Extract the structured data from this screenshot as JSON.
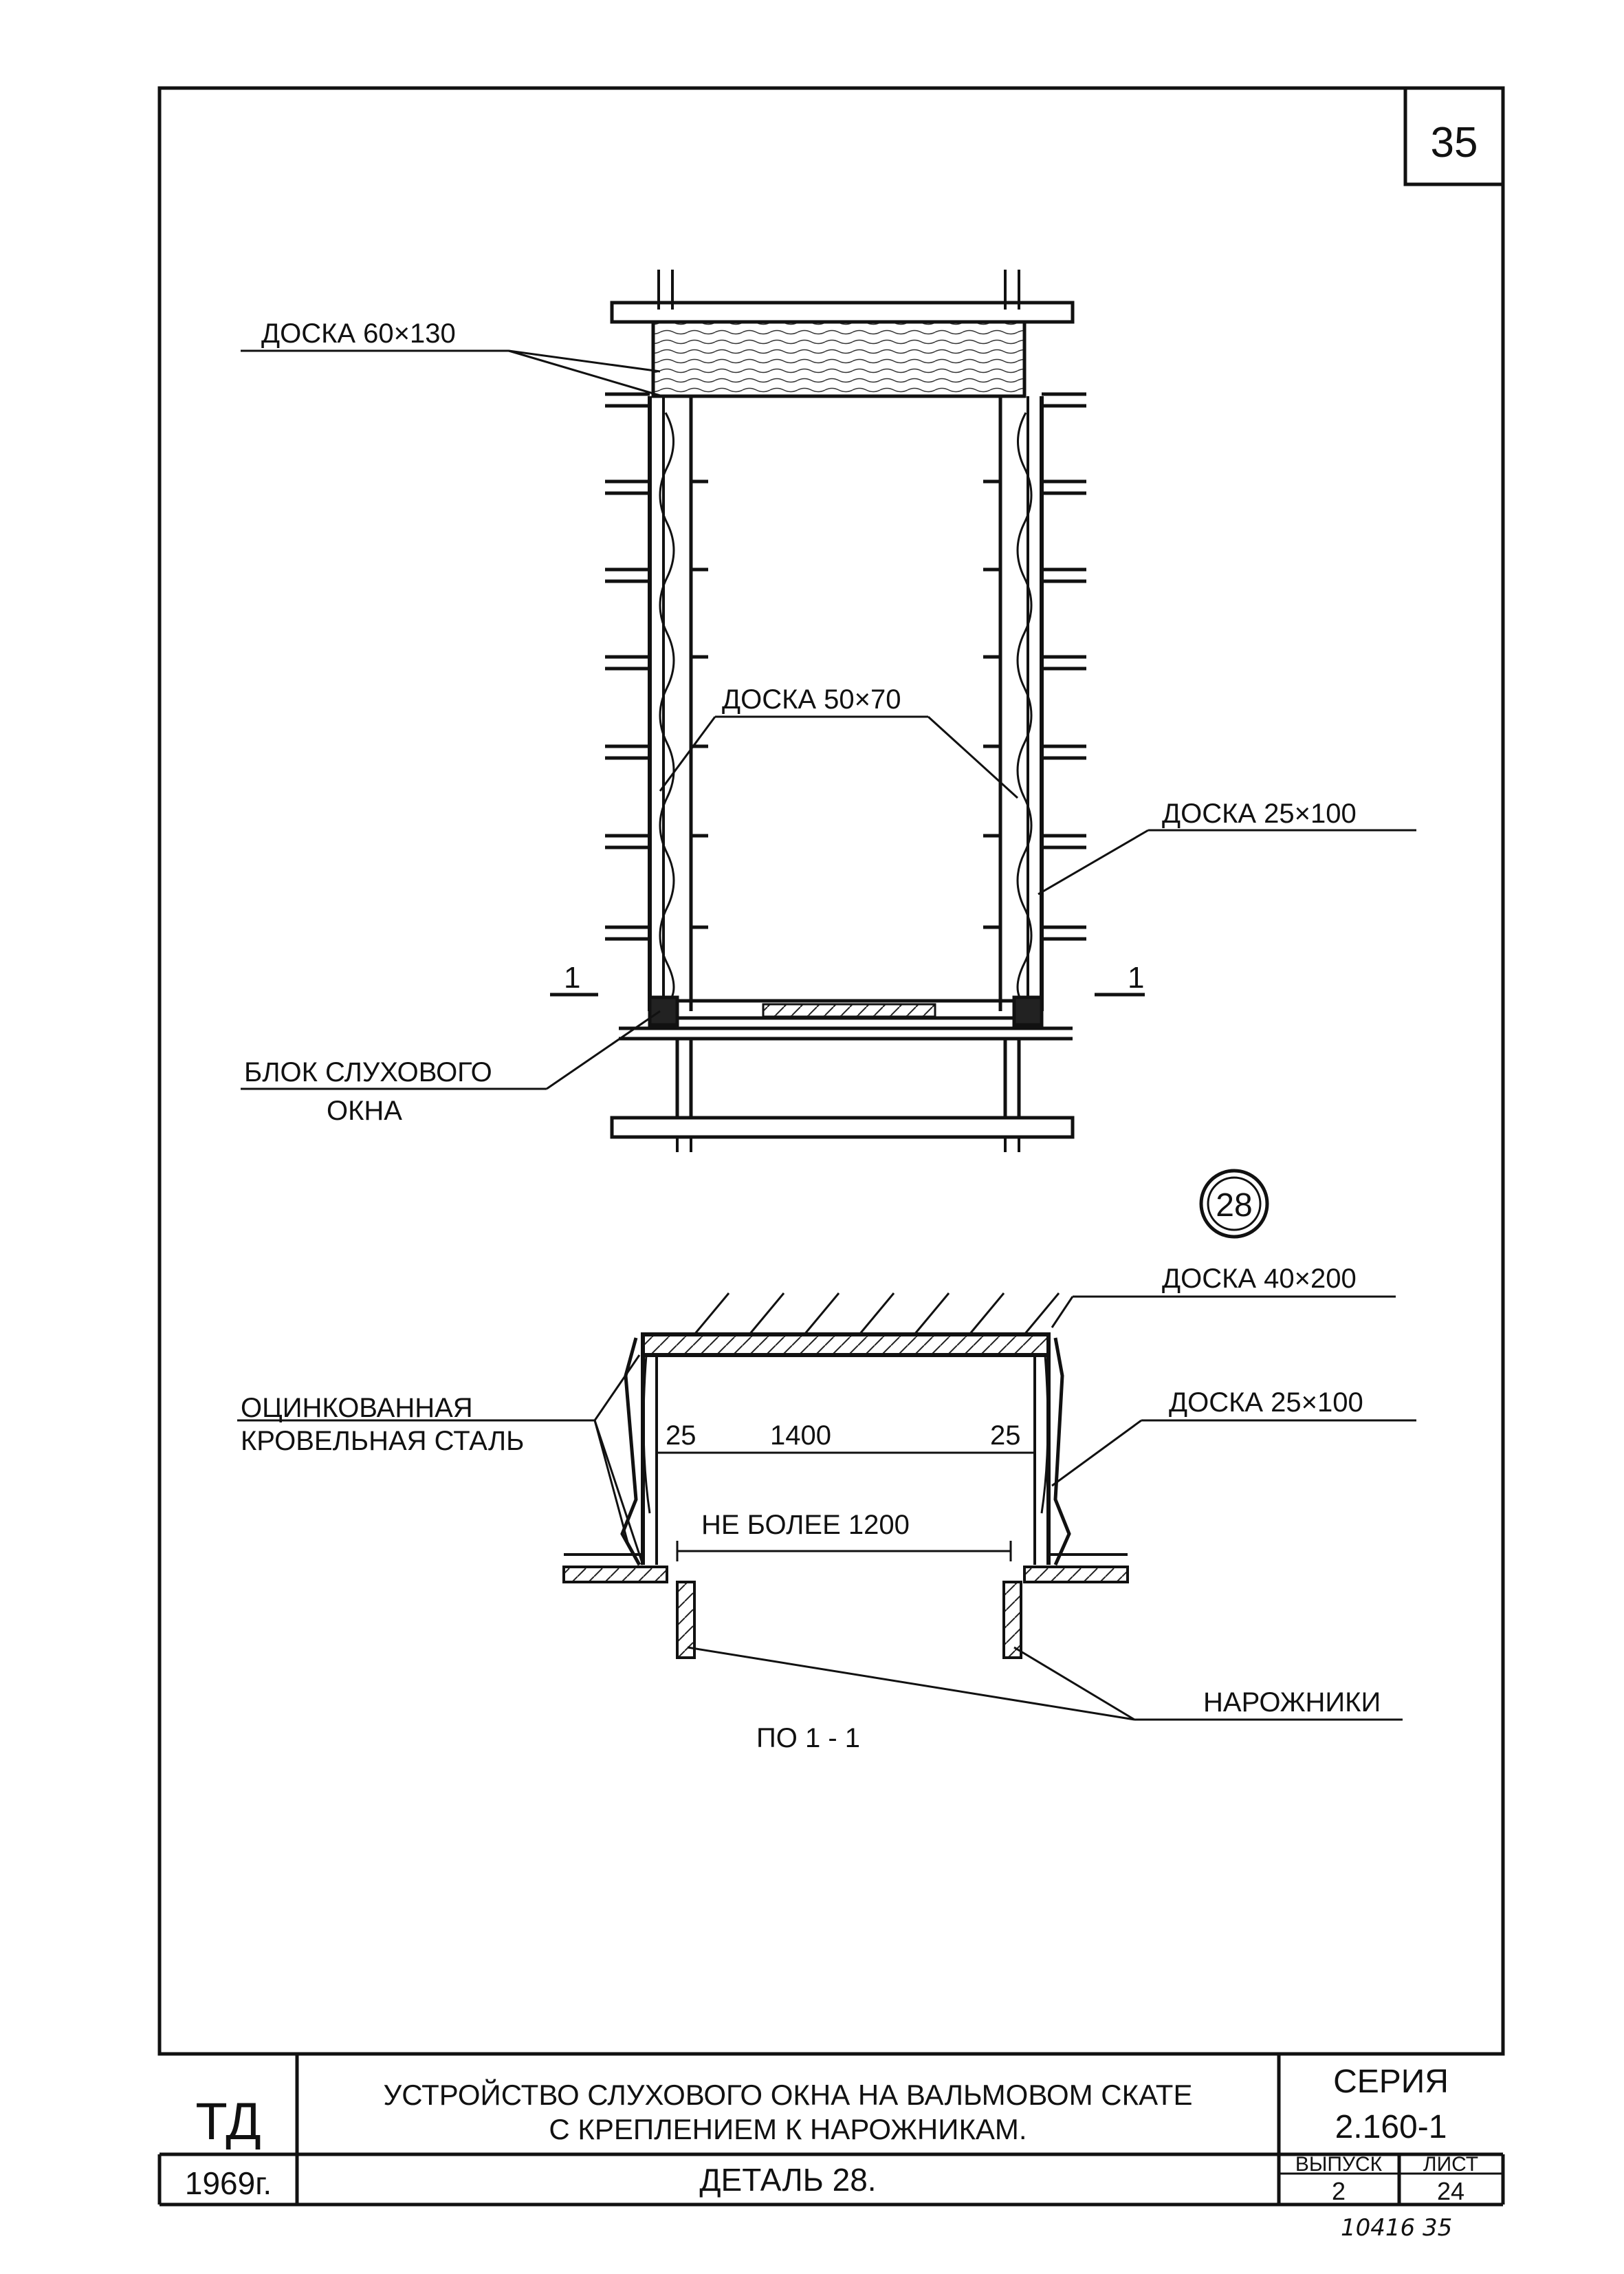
{
  "sheet": {
    "page_number": "35",
    "handwritten_note": "10416 35"
  },
  "plan": {
    "board_top": "ДОСКА 60×130",
    "board_inner": "ДОСКА 50×70",
    "board_side": "ДОСКА 25×100",
    "window_block_line1": "БЛОК СЛУХОВОГО",
    "window_block_line2": "ОКНА",
    "section_mark": "1"
  },
  "detail": {
    "number": "28"
  },
  "section": {
    "board_top": "ДОСКА 40×200",
    "board_side": "ДОСКА 25×100",
    "steel_line1": "ОЦИНКОВАННАЯ",
    "steel_line2": "КРОВЕЛЬНАЯ СТАЛЬ",
    "dim_left": "25",
    "dim_mid": "1400",
    "dim_right": "25",
    "dim_clear": "НЕ БОЛЕЕ  1200",
    "rafters": "НАРОЖНИКИ",
    "caption": "ПО  1 - 1"
  },
  "title_block": {
    "org": "ТД",
    "year": "1969г.",
    "title_line1": "УСТРОЙСТВО СЛУХОВОГО ОКНА НА ВАЛЬМОВОМ  СКАТЕ",
    "title_line2": "С КРЕПЛЕНИЕМ К НАРОЖНИКАМ.",
    "detail_title": "ДЕТАЛЬ  28.",
    "series_label": "СЕРИЯ",
    "series_value": "2.160-1",
    "issue_label": "ВЫПУСК",
    "issue_value": "2",
    "sheet_label": "ЛИСТ",
    "sheet_value": "24"
  }
}
